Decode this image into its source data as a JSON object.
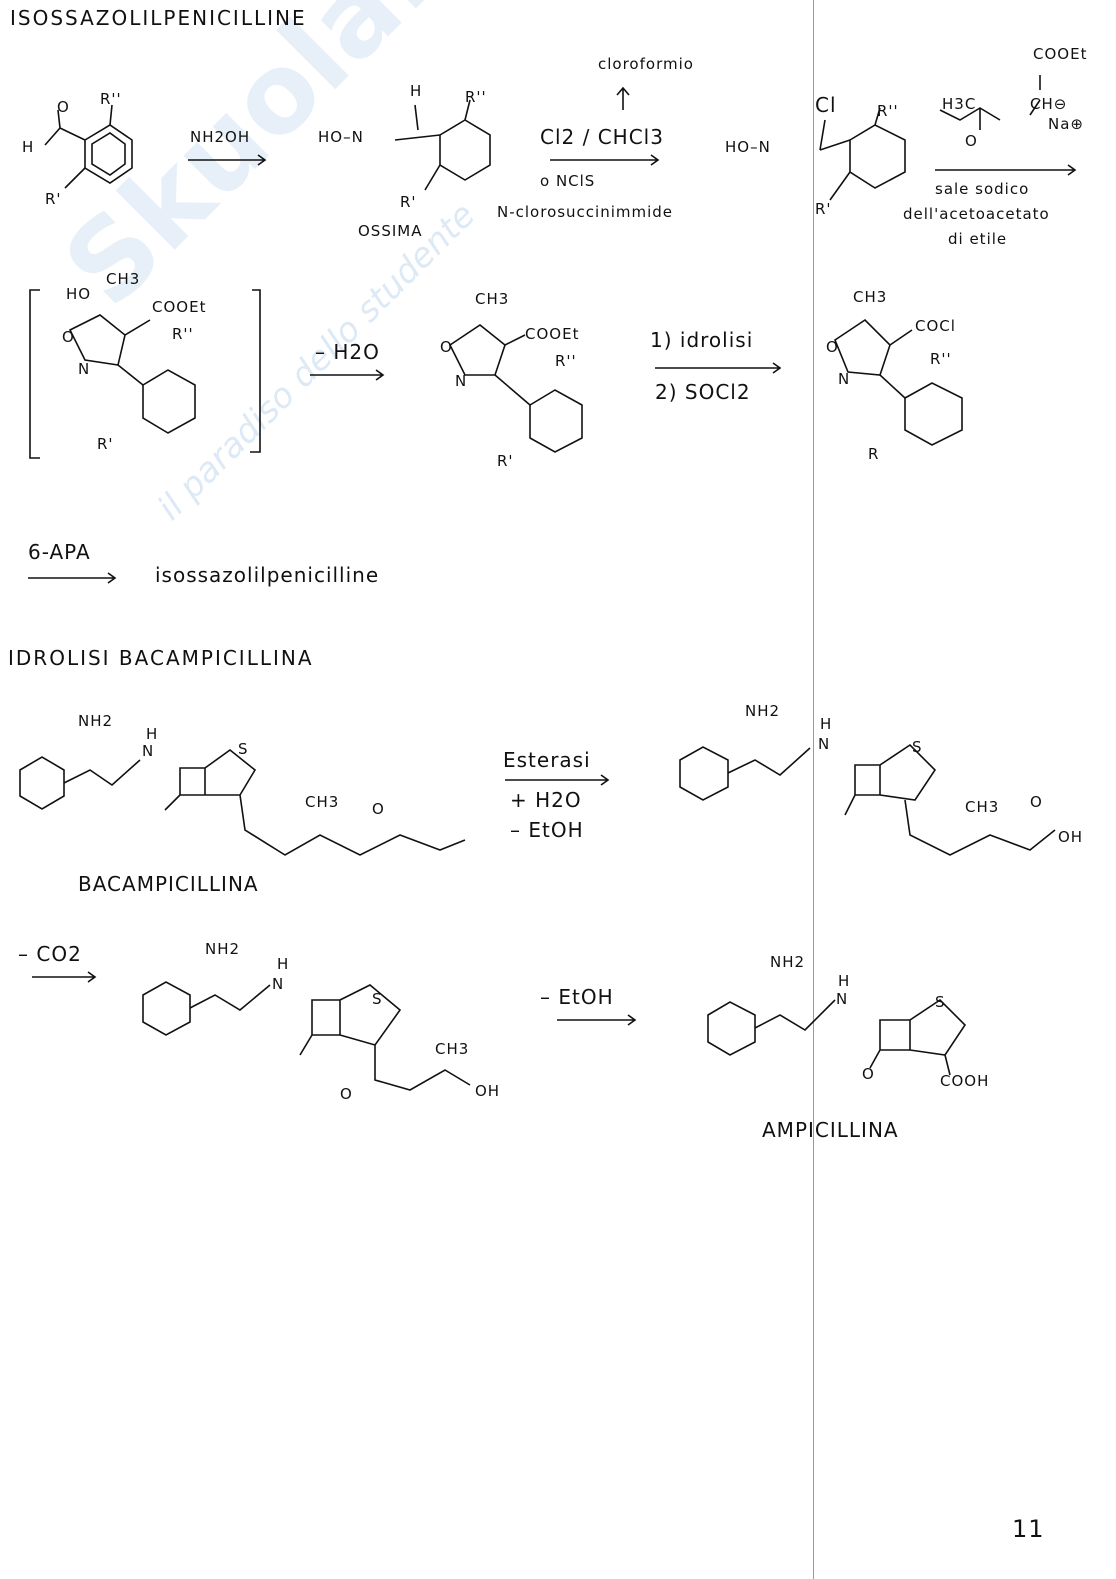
{
  "watermark": {
    "brand": "Skuola.net",
    "tagline": "il paradiso dello studente"
  },
  "section1": {
    "title": "ISOSSAZOLILPENICILLINE",
    "aldehyde": {
      "h": "H",
      "o": "O",
      "r2": "R''",
      "r1": "R'"
    },
    "step1_reagent": "NH2OH",
    "oxime": {
      "h": "H",
      "hon": "HO–N",
      "r2": "R''",
      "r1": "R'",
      "label": "OSSIMA"
    },
    "step2": {
      "above": "cloroformio",
      "reagent": "Cl2 / CHCl3",
      "alt": "o NClS",
      "note": "N-clorosuccinimmide"
    },
    "chloro": {
      "cl": "Cl",
      "hon": "HO–N",
      "r2": "R''",
      "r1": "R'"
    },
    "step3": {
      "h3c": "H3C",
      "coOEt": "COOEt",
      "ch": "CH⊖",
      "na": "Na⊕",
      "o": "O",
      "note1": "sale sodico",
      "note2": "dell'acetoacetato",
      "note3": "di etile"
    },
    "intermediate": {
      "ho": "HO",
      "ch3": "CH3",
      "cooEt": "COOEt",
      "r2": "R''",
      "o": "O",
      "n": "N",
      "r1": "R'"
    },
    "step4": "– H2O",
    "isoxazole_ester": {
      "ch3": "CH3",
      "cooEt": "COOEt",
      "r2": "R''",
      "o": "O",
      "n": "N",
      "r1": "R'"
    },
    "step5": {
      "a": "1) idrolisi",
      "b": "2) SOCl2"
    },
    "acyl_chloride": {
      "ch3": "CH3",
      "cocl": "COCl",
      "r2": "R''",
      "o": "O",
      "n": "N",
      "r1": "R"
    },
    "final": {
      "reagent": "6-APA",
      "product": "isossazolilpenicilline"
    }
  },
  "section2": {
    "title": "IDROLISI BACAMPICILLINA",
    "bacampicillin": {
      "nh2": "NH2",
      "h": "H",
      "n": "N",
      "s": "S",
      "ch3": "CH3",
      "o": "O",
      "label": "BACAMPICILLINA"
    },
    "step1": {
      "a": "Esterasi",
      "b": "+ H2O",
      "c": "– EtOH"
    },
    "carbonate": {
      "nh2": "NH2",
      "h": "H",
      "n": "N",
      "s": "S",
      "ch3": "CH3",
      "o": "O",
      "oh": "OH"
    },
    "step2": "– CO2",
    "hemiacetal": {
      "nh2": "NH2",
      "h": "H",
      "n": "N",
      "s": "S",
      "ch3": "CH3",
      "o": "O",
      "oh": "OH"
    },
    "step3": "– EtOH",
    "ampicillin": {
      "nh2": "NH2",
      "h": "H",
      "n": "N",
      "s": "S",
      "o": "O",
      "cooh": "COOH",
      "label": "AMPICILLINA"
    }
  },
  "page_number": "11"
}
